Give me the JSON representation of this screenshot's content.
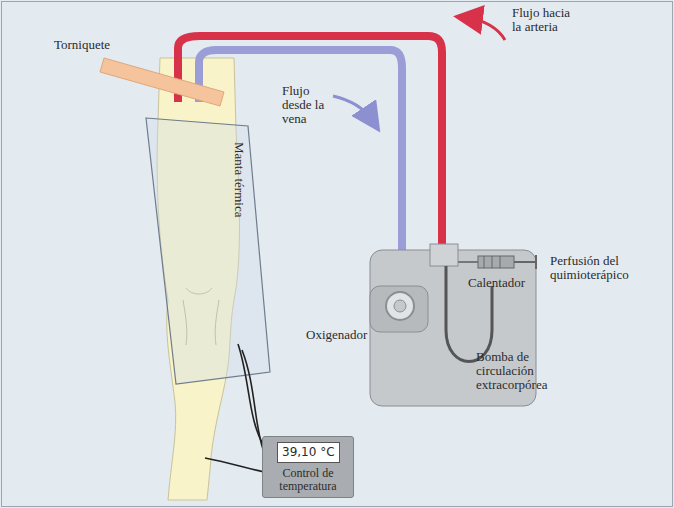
{
  "diagram": {
    "nodes": [
      {
        "text": [
          "Control de temperatura"
        ]
      },
      {
        "text": [
          "39,10 °C"
        ],
        "in": 0
      }
    ],
    "labels": [
      "Torniquete",
      "Flujo hacia la arteria",
      "Flujo desde la vena",
      "Manta térmica",
      "Oxigenador",
      "Calentador",
      "Perfusión del quimioterápico",
      "Bomba de circulación extracorpórea"
    ]
  }
}
